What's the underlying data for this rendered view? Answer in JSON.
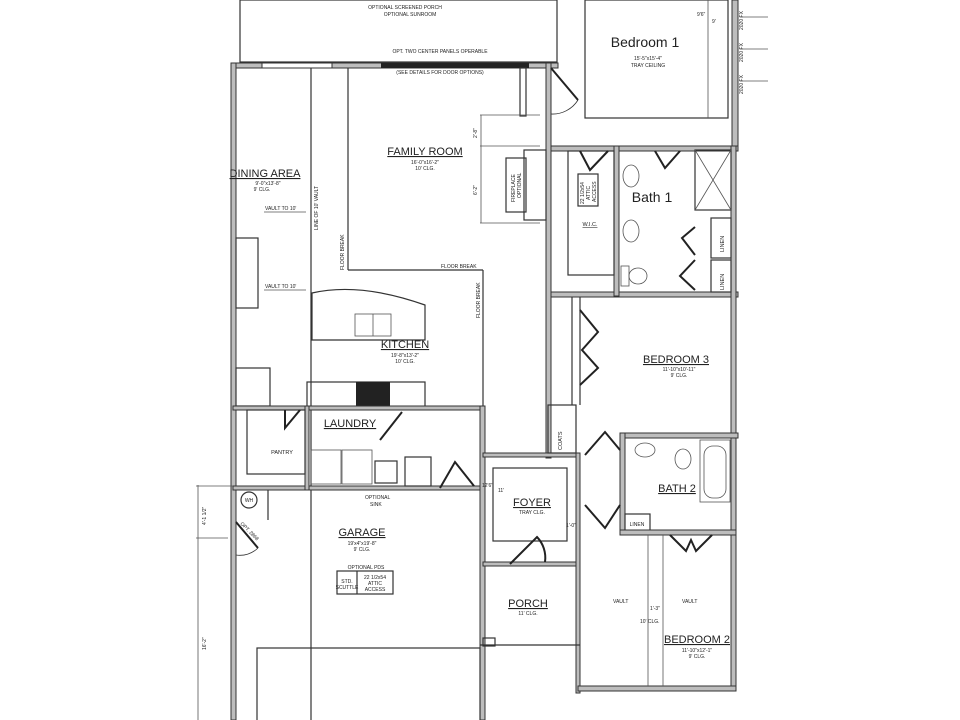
{
  "rooms": {
    "screened_porch": {
      "line1": "OPTIONAL SCREENED PORCH",
      "line2": "OPTIONAL SUNROOM"
    },
    "porch_doors": {
      "note": "OPT. TWO CENTER PANELS OPERABLE",
      "details": "(SEE DETAILS FOR DOOR OPTIONS)"
    },
    "bedroom1": {
      "name": "Bedroom 1",
      "size": "15'-5\"x15'-4\"",
      "ceiling": "TRAY CEILING",
      "dim_a": "9'6\"",
      "dim_b": "9'"
    },
    "family_room": {
      "name": "FAMILY ROOM",
      "size": "16'-0\"x16'-2\"",
      "ceiling": "10' CLG.",
      "dim_a": "2'-8\"",
      "dim_b": "6'-2\"",
      "fireplace": "FIREPLACE",
      "fireplace2": "OPTIONAL"
    },
    "dining": {
      "name": "DINING AREA",
      "size": "9'-0\"x13'-8\"",
      "ceiling": "9' CLG.",
      "vault1": "VAULT TO 10'",
      "vault2": "VAULT TO 10'"
    },
    "vault_line": "LINE OF 10' VAULT",
    "floor_break1": "FLOOR BREAK",
    "floor_break2": "FLOOR BREAK",
    "floor_break3": "FLOOR BREAK",
    "kitchen": {
      "name": "KITCHEN",
      "size": "19'-8\"x13'-2\"",
      "ceiling": "10' CLG."
    },
    "wic": {
      "name": "W.I.C.",
      "attic1": "22 1/2x54",
      "attic2": "ATTIC",
      "attic3": "ACCESS"
    },
    "bath1": {
      "name": "Bath 1",
      "linen1": "LINEN",
      "linen2": "LINEN"
    },
    "bedroom3": {
      "name": "BEDROOM 3",
      "size": "11'-10\"x10'-11\"",
      "ceiling": "9' CLG."
    },
    "coats": "COATS",
    "pantry": "PANTRY",
    "laundry": {
      "name": "LAUNDRY",
      "sink1": "OPTIONAL",
      "sink2": "SINK"
    },
    "foyer": {
      "name": "FOYER",
      "ceiling": "TRAY CLG.",
      "dim_a": "12'6\"",
      "dim_b": "11'",
      "dim_c": "1'-0\""
    },
    "bath2": {
      "name": "BATH 2",
      "linen": "LINEN"
    },
    "garage": {
      "name": "GARAGE",
      "size": "19'x4\"x19'-8\"",
      "ceiling": "9' CLG.",
      "pds": "OPTIONAL PDS",
      "scuttle1": "STD.",
      "scuttle2": "SCUTTLE",
      "attic1": "22 1/2x54",
      "attic2": "ATTIC",
      "attic3": "ACCESS",
      "wh": "WH",
      "door": "OPT. 2868",
      "dim_a": "4'-1 1/2\"",
      "dim_b": "16'-2\""
    },
    "porch": {
      "name": "PORCH",
      "ceiling": "11' CLG."
    },
    "bedroom2": {
      "name": "BEDROOM 2",
      "size": "11'-10\"x12'-1\"",
      "ceiling": "9' CLG.",
      "vault1": "VAULT",
      "vault2": "VAULT",
      "dim": "1'-3\"",
      "clg": "10' CLG."
    },
    "windows": [
      "2020 FX",
      "2020 FX",
      "2020 FX"
    ]
  }
}
